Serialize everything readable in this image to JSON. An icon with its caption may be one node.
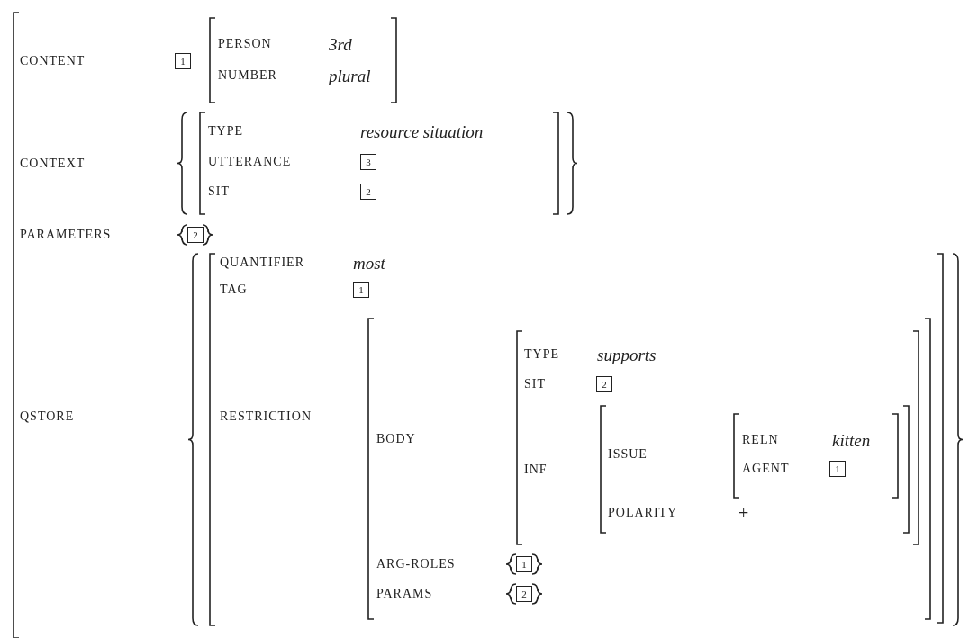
{
  "diagram": {
    "nodes": [
      {
        "text": [
          "1"
        ]
      },
      {
        "text": [
          "3"
        ]
      },
      {
        "text": [
          "2"
        ]
      },
      {
        "text": [
          "2"
        ]
      },
      {
        "text": [
          "1"
        ]
      },
      {
        "text": [
          "2"
        ]
      },
      {
        "text": [
          "1"
        ]
      },
      {
        "text": [
          "1"
        ]
      },
      {
        "text": [
          "2"
        ]
      }
    ],
    "edges": [],
    "labels": [
      "CONTENT",
      "PERSON",
      "3rd",
      "NUMBER",
      "plural",
      "CONTEXT",
      "TYPE",
      "resource situation",
      "UTTERANCE",
      "SIT",
      "PARAMETERS",
      "QSTORE",
      "QUANTIFIER",
      "most",
      "TAG",
      "RESTRICTION",
      "BODY",
      "TYPE",
      "supports",
      "SIT",
      "INF",
      "ISSUE",
      "RELN",
      "kitten",
      "AGENT",
      "POLARITY",
      "+",
      "ARG-ROLES",
      "PARAMS"
    ]
  }
}
